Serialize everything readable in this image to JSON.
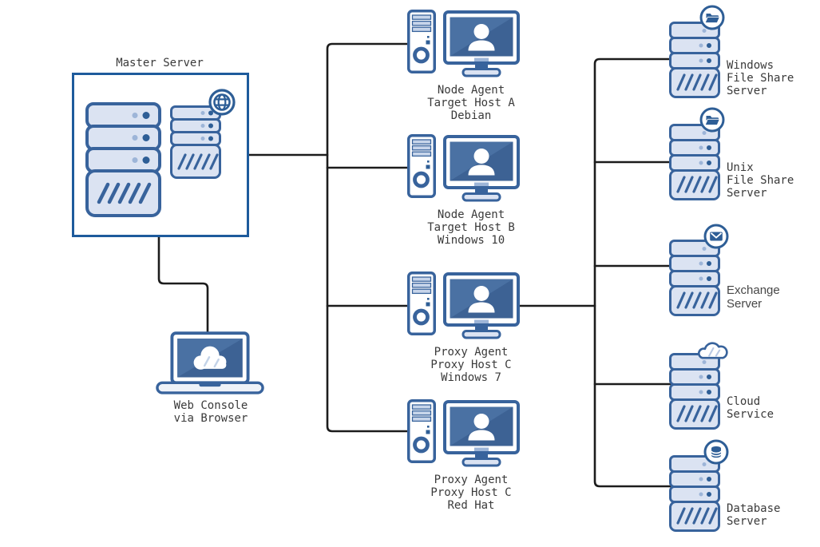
{
  "master": {
    "label": "Master Server",
    "icons": {
      "large": "server-stack-icon",
      "small": "server-stack-icon",
      "badge": "globe-icon"
    }
  },
  "console": {
    "lines": [
      "Web Console",
      "via Browser"
    ],
    "icon": "laptop-cloud-icon"
  },
  "agents": [
    {
      "lines": [
        "Node Agent",
        "Target Host A",
        "Debian"
      ],
      "icons": [
        "computer-tower-icon",
        "monitor-user-icon"
      ]
    },
    {
      "lines": [
        "Node Agent",
        "Target Host B",
        "Windows 10"
      ],
      "icons": [
        "computer-tower-icon",
        "monitor-user-icon"
      ]
    },
    {
      "lines": [
        "Proxy Agent",
        "Proxy Host C",
        "Windows 7"
      ],
      "icons": [
        "computer-tower-icon",
        "monitor-user-icon"
      ]
    },
    {
      "lines": [
        "Proxy Agent",
        "Proxy Host C",
        "Red Hat"
      ],
      "icons": [
        "computer-tower-icon",
        "monitor-user-icon"
      ]
    }
  ],
  "servers": [
    {
      "lines": [
        "Windows",
        "File Share",
        "Server"
      ],
      "icon": "open-folder-icon"
    },
    {
      "lines": [
        "Unix",
        "File Share",
        "Server"
      ],
      "icon": "open-folder-icon"
    },
    {
      "lines": [
        "Exchange",
        "Server"
      ],
      "icon": "envelope-icon"
    },
    {
      "lines": [
        "Cloud",
        "Service"
      ],
      "icon": "cloud-icon"
    },
    {
      "lines": [
        "Database",
        "Server"
      ],
      "icon": "database-icon"
    }
  ],
  "colors": {
    "outline_blue": "#38639c",
    "badge_blue": "#2e5e96",
    "fill_light": "#dbe3f2",
    "screen_blue": "#3d6294",
    "master_border": "#1e5b9c",
    "wire": "#1c1c1c",
    "text": "#3a3a3a"
  }
}
